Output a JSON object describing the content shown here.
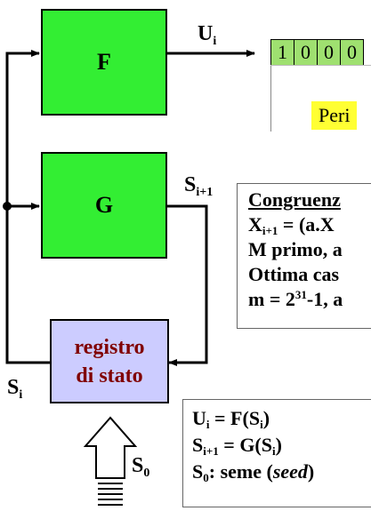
{
  "blocks": {
    "f": "F",
    "g": "G",
    "reg_line1": "registro",
    "reg_line2": "di stato"
  },
  "labels": {
    "ui": {
      "base": "U",
      "sub": "i"
    },
    "si1": {
      "base": "S",
      "sub": "i+1"
    },
    "si": {
      "base": "S",
      "sub": "i"
    },
    "s0": {
      "base": "S",
      "sub": "0"
    }
  },
  "bits": [
    "1",
    "0",
    "0",
    "0"
  ],
  "period_text": "Peri",
  "congruenza": {
    "line1": "Congruenz",
    "line2": {
      "base": "X",
      "sub": "i+1",
      "rest": " = (a.X"
    },
    "line3": "M primo, a",
    "line4": "Ottima cas",
    "line5": {
      "pre": "m = 2",
      "sup": "31",
      "post": "-1, a"
    }
  },
  "equations": {
    "eq1": {
      "a": "U",
      "a_sub": "i",
      "b": " = F(S",
      "b_sub": "i",
      "c": ")"
    },
    "eq2": {
      "a": "S",
      "a_sub": "i+1",
      "b": " = G(S",
      "b_sub": "i",
      "c": ")"
    },
    "eq3": {
      "a": "S",
      "a_sub": "0",
      "b": ": seme (",
      "em": "seed",
      "c": ")"
    }
  },
  "colors": {
    "block": "#33ee33",
    "register": "#ccccff",
    "register_text": "#800000",
    "bits": "#9fe070",
    "period": "#ffff33"
  }
}
